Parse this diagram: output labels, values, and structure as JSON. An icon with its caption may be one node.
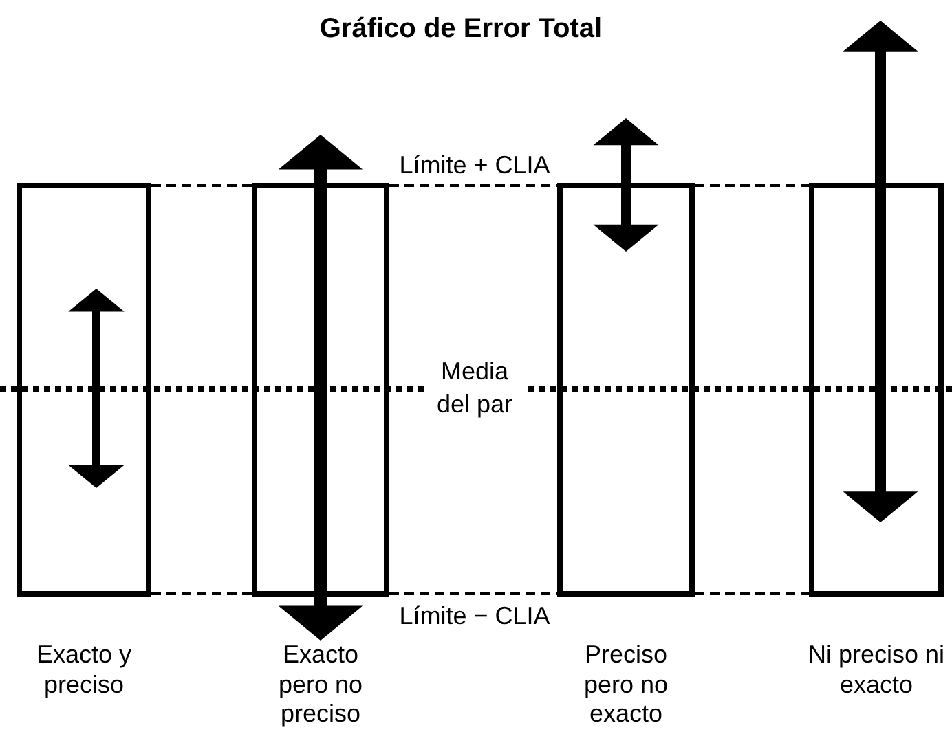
{
  "diagram": {
    "title": "Gráfico de Error Total",
    "nodes": [
      {
        "text": [],
        "shape": "box",
        "beside": [
          "Exacto y preciso"
        ]
      },
      {
        "text": [],
        "shape": "box",
        "beside": [
          "Exacto pero no preciso"
        ]
      },
      {
        "text": [],
        "shape": "box",
        "beside": [
          "Preciso pero no exacto"
        ]
      },
      {
        "text": [],
        "shape": "box",
        "beside": [
          "Ni preciso ni exacto"
        ]
      }
    ],
    "labels": [
      "Límite + CLIA",
      "Media del par",
      "Límite − CLIA"
    ]
  }
}
